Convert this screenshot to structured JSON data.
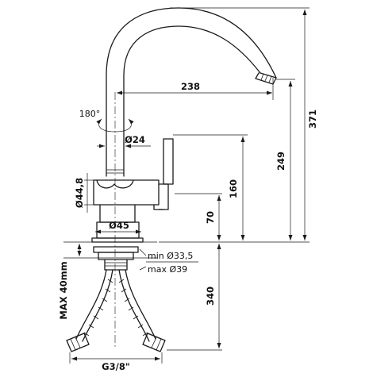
{
  "dimensions": {
    "reach": "238",
    "height_total": "371",
    "height_spout": "249",
    "height_body": "160",
    "height_base": "70",
    "below_deck": "340",
    "rotation": "180°",
    "spout_diameter": "Ø24",
    "body_diameter": "Ø44,8",
    "base_diameter": "Ø45",
    "hole_min": "min Ø33,5",
    "hole_max": "max Ø39",
    "deck_thickness": "MAX 40mm",
    "connection": "G3/8\""
  }
}
